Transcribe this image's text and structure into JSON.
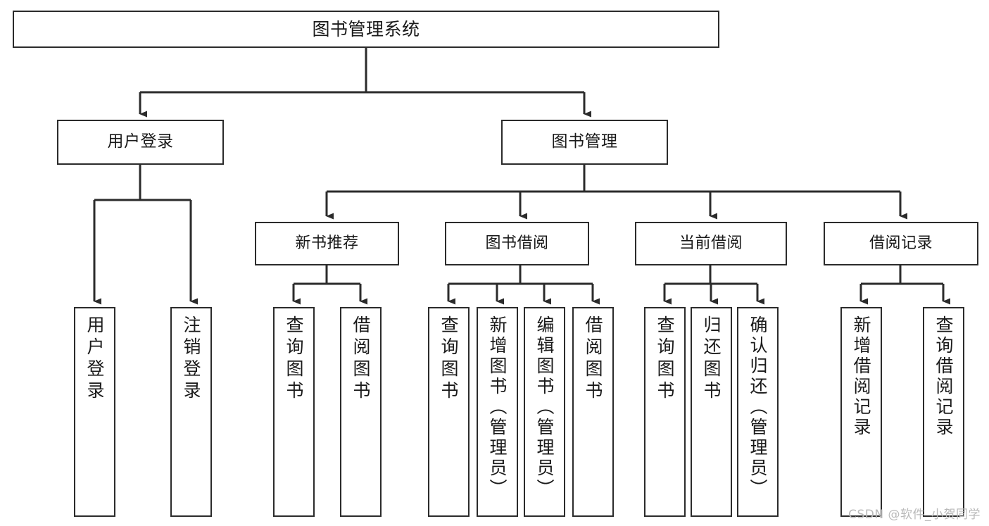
{
  "diagram": {
    "title": "图书管理系统",
    "type": "tree-hierarchy-chart",
    "colors": {
      "box_border": "#2b2b2b",
      "box_fill": "#ffffff",
      "connector": "#2b2b2b",
      "watermark": "#b9b9b9",
      "background": "#ffffff"
    },
    "root": {
      "label": "图书管理系统"
    },
    "branches": [
      {
        "label": "用户登录"
      },
      {
        "label": "图书管理"
      }
    ],
    "groups": [
      {
        "label": "新书推荐"
      },
      {
        "label": "图书借阅"
      },
      {
        "label": "当前借阅"
      },
      {
        "label": "借阅记录"
      }
    ],
    "leaves": {
      "user_login": [
        {
          "label": "用户登录"
        },
        {
          "label": "注销登录"
        }
      ],
      "new_book_recommend": [
        {
          "label": "查询图书"
        },
        {
          "label": "借阅图书"
        }
      ],
      "book_borrow": [
        {
          "label": "查询图书"
        },
        {
          "label": "新增图书（管理员）"
        },
        {
          "label": "编辑图书（管理员）"
        },
        {
          "label": "借阅图书"
        }
      ],
      "current_borrow": [
        {
          "label": "查询图书"
        },
        {
          "label": "归还图书"
        },
        {
          "label": "确认归还（管理员）"
        }
      ],
      "borrow_record": [
        {
          "label": "新增借阅记录"
        },
        {
          "label": "查询借阅记录"
        }
      ]
    }
  },
  "watermark": {
    "text": "CSDN @软件_小贺同学"
  }
}
